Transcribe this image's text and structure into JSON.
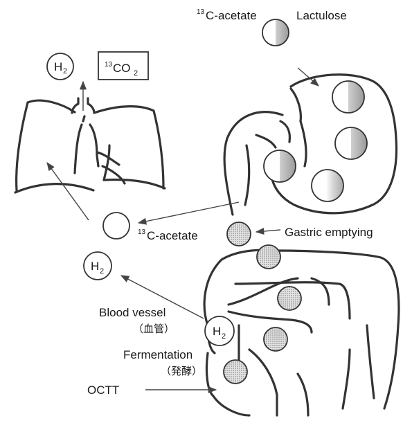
{
  "labels": {
    "h2_top": "H",
    "h2_sub": "2",
    "co2_sup": "13",
    "co2_main": "CO",
    "co2_sub": "2",
    "acetate_top_sup": "13",
    "acetate_top": "C-acetate",
    "lactulose": "Lactulose",
    "acetate_mid_sup": "13",
    "acetate_mid": "C-acetate",
    "gastric_emptying": "Gastric emptying",
    "h2_mid": "H",
    "h2_mid_sub": "2",
    "blood_vessel": "Blood vessel",
    "blood_vessel_jp": "（血管）",
    "h2_gut": "H",
    "h2_gut_sub": "2",
    "fermentation": "Fermentation",
    "fermentation_jp": "（発酵）",
    "octt": "OCTT"
  },
  "colors": {
    "stroke": "#333333",
    "dotted_fill": "#bdbdbd"
  }
}
